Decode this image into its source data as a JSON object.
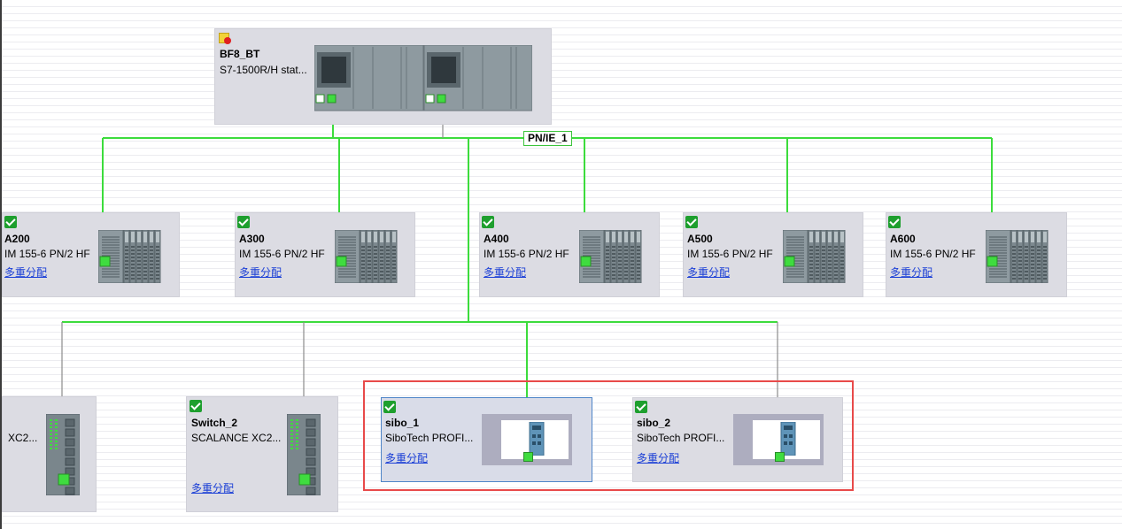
{
  "network": {
    "label": "PN/IE_1"
  },
  "colors": {
    "wire_green": "#3cdc3c",
    "wire_gray": "#8c8c8c",
    "link_blue": "#1b3fd6",
    "highlight_red": "#e84a4a"
  },
  "plc": {
    "name": "BF8_BT",
    "type": "S7-1500R/H stat...",
    "status_icon": "warning-error-icon"
  },
  "io_devices": [
    {
      "name": "A200",
      "type": "IM 155-6 PN/2 HF",
      "link": "多重分配",
      "status_icon": "check-icon"
    },
    {
      "name": "A300",
      "type": "IM 155-6 PN/2 HF",
      "link": "多重分配",
      "status_icon": "check-icon"
    },
    {
      "name": "A400",
      "type": "IM 155-6 PN/2 HF",
      "link": "多重分配",
      "status_icon": "check-icon"
    },
    {
      "name": "A500",
      "type": "IM 155-6 PN/2 HF",
      "link": "多重分配",
      "status_icon": "check-icon"
    },
    {
      "name": "A600",
      "type": "IM 155-6 PN/2 HF",
      "link": "多重分配",
      "status_icon": "check-icon"
    }
  ],
  "switches": [
    {
      "type": "XC2..."
    },
    {
      "name": "Switch_2",
      "type": "SCALANCE  XC2...",
      "link": "多重分配",
      "status_icon": "check-icon"
    }
  ],
  "sibo_devices": [
    {
      "name": "sibo_1",
      "type": "SiboTech  PROFI...",
      "link": "多重分配",
      "status_icon": "check-icon"
    },
    {
      "name": "sibo_2",
      "type": "SiboTech  PROFI...",
      "link": "多重分配",
      "status_icon": "check-icon"
    }
  ]
}
